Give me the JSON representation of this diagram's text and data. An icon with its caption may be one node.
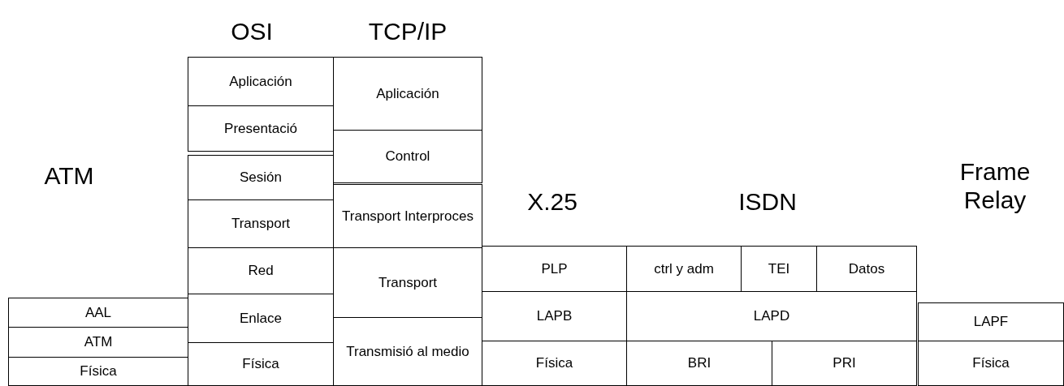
{
  "diagram": {
    "nodes": [
      {
        "text": [
          "AAL"
        ]
      },
      {
        "text": [
          "ATM"
        ]
      },
      {
        "text": [
          "Física"
        ]
      },
      {
        "text": [
          "Aplicación"
        ]
      },
      {
        "text": [
          "Presentació"
        ]
      },
      {
        "text": [
          "Sesión"
        ]
      },
      {
        "text": [
          "Transport"
        ]
      },
      {
        "text": [
          "Red"
        ]
      },
      {
        "text": [
          "Enlace"
        ]
      },
      {
        "text": [
          "Física"
        ]
      },
      {
        "text": [
          "Aplicación"
        ]
      },
      {
        "text": [
          "Control"
        ]
      },
      {
        "text": [
          "Transport Interproces"
        ]
      },
      {
        "text": [
          "Transport"
        ]
      },
      {
        "text": [
          "Transmisió al medio"
        ]
      },
      {
        "text": [
          "PLP"
        ]
      },
      {
        "text": [
          "LAPB"
        ]
      },
      {
        "text": [
          "Física"
        ]
      },
      {
        "text": [
          "ctrl y adm"
        ]
      },
      {
        "text": [
          "TEI"
        ]
      },
      {
        "text": [
          "Datos"
        ]
      },
      {
        "text": [
          "LAPD"
        ]
      },
      {
        "text": [
          "BRI"
        ]
      },
      {
        "text": [
          "PRI"
        ]
      },
      {
        "text": [
          "LAPF"
        ]
      },
      {
        "text": [
          "Física"
        ]
      }
    ],
    "labels": [
      "OSI",
      "TCP/IP",
      "ATM",
      "X.25",
      "ISDN",
      "Frame Relay"
    ]
  }
}
